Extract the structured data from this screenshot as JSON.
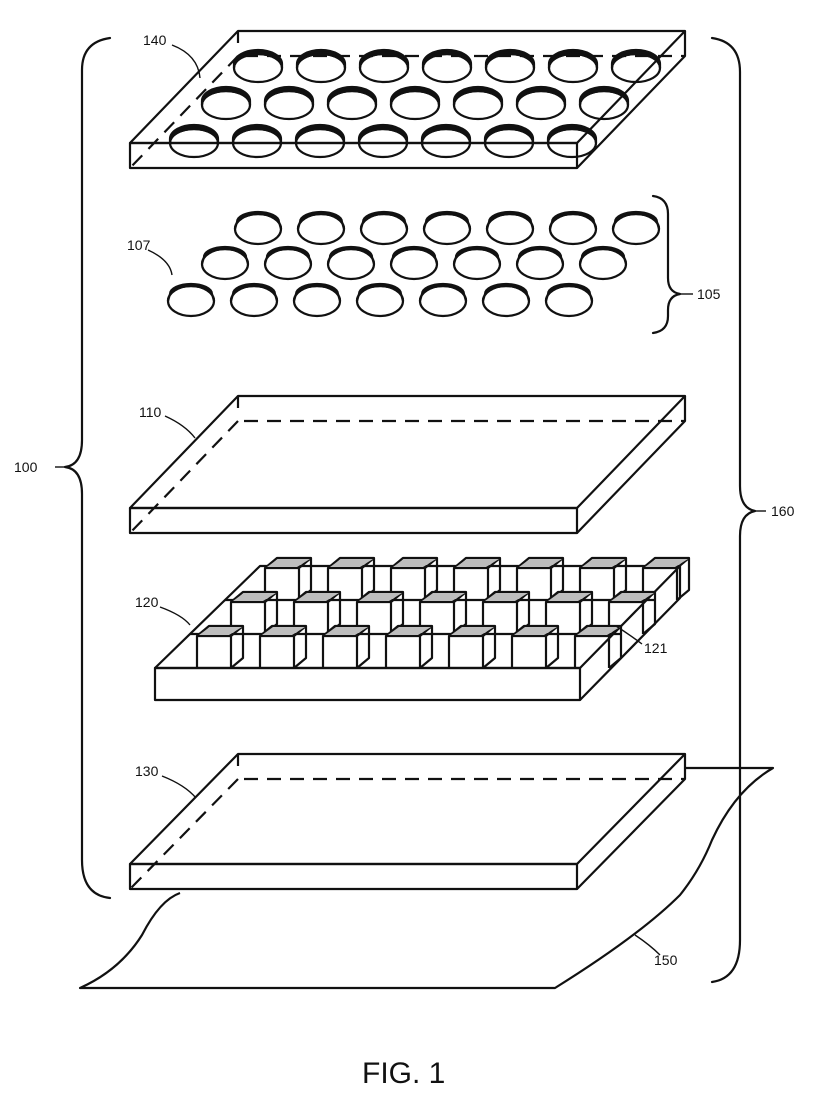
{
  "figure": {
    "caption": "FIG. 1",
    "labels": {
      "assembly": "100",
      "lenses": "105",
      "lens": "107",
      "lens_holder": "140",
      "substrate": "110",
      "array": "120",
      "pixel": "121",
      "base": "130",
      "sheet": "150",
      "housing": "160"
    },
    "line_color": "#111111"
  }
}
